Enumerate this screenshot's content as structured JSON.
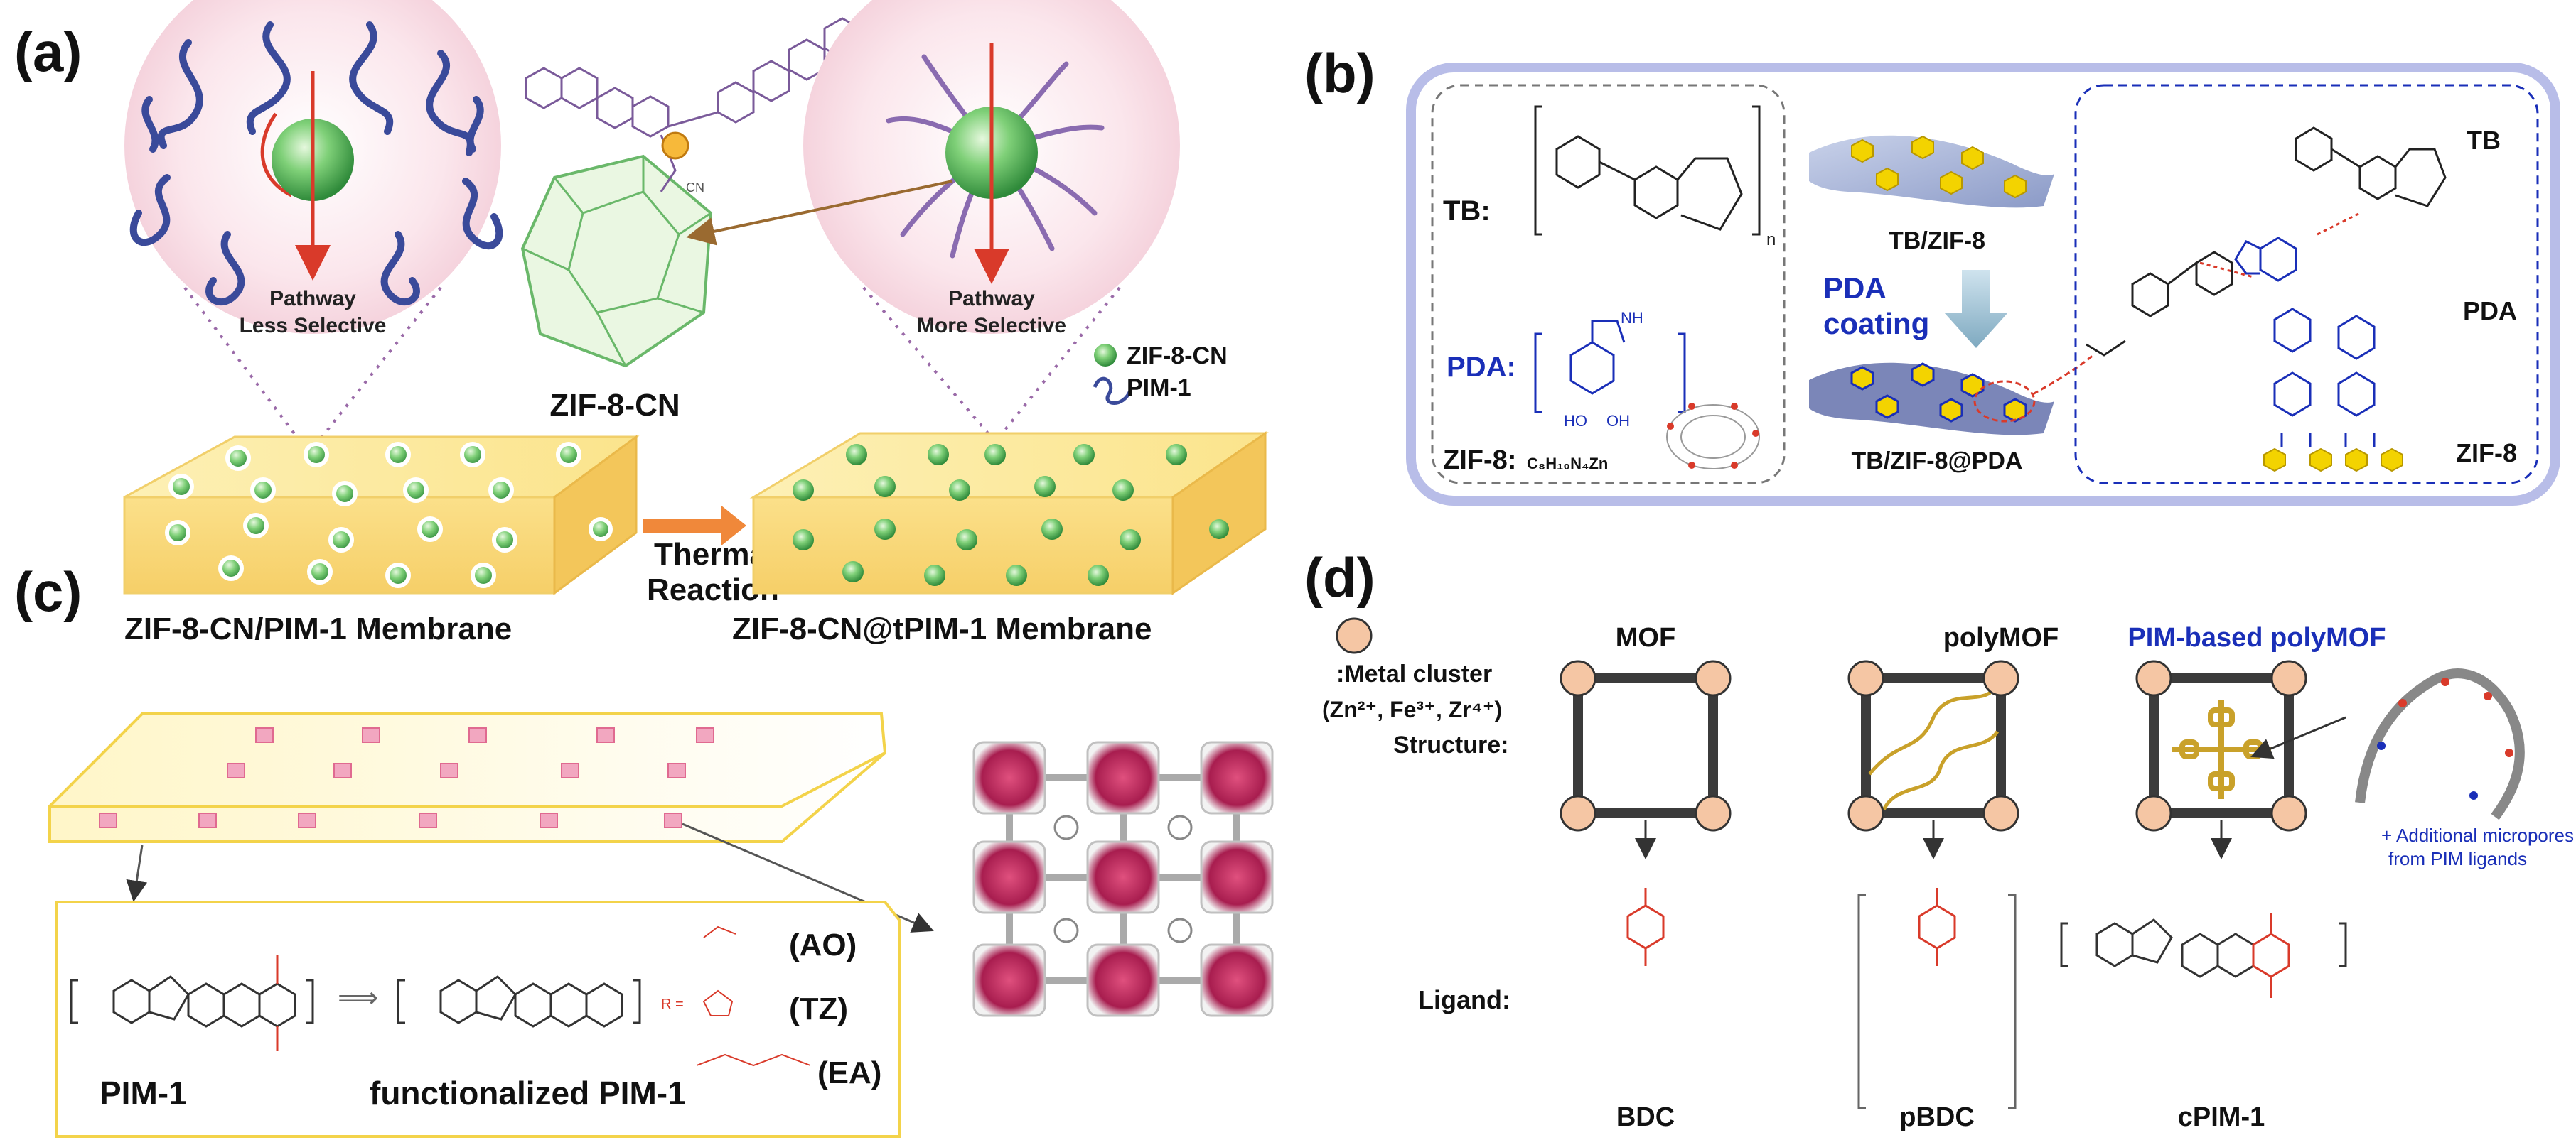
{
  "panels": {
    "a": {
      "label": "(a)",
      "pathway_left": [
        "Pathway",
        "Less Selective"
      ],
      "pathway_right": [
        "Pathway",
        "More Selective"
      ],
      "center_label": "ZIF-8-CN",
      "legend": [
        "ZIF-8-CN",
        "PIM-1"
      ],
      "arrow_text": [
        "Thermal",
        "Reaction"
      ],
      "membrane_left": "ZIF-8-CN/PIM-1 Membrane",
      "membrane_right": "ZIF-8-CN@tPIM-1 Membrane",
      "cn_tag": "CN"
    },
    "b": {
      "label": "(b)",
      "tb": "TB:",
      "pda": "PDA:",
      "zif": "ZIF-8:",
      "zif_formula": "C₈H₁₀N₄Zn",
      "tbzif": "TB/ZIF-8",
      "coating": [
        "PDA",
        "coating"
      ],
      "tbzifpda": "TB/ZIF-8@PDA",
      "right_tb": "TB",
      "right_pda": "PDA",
      "right_zif": "ZIF-8",
      "sub_n": "n",
      "nh": "NH",
      "ho": "HO",
      "oh": "OH"
    },
    "c": {
      "label": "(c)",
      "pim": "PIM-1",
      "fpim": "functionalized  PIM-1",
      "ao": "(AO)",
      "tz": "(TZ)",
      "ea": "(EA)",
      "r_eq": "R ="
    },
    "d": {
      "label": "(d)",
      "metal": ":Metal cluster",
      "ions": "(Zn²⁺, Fe³⁺, Zr⁴⁺)",
      "structure": "Structure:",
      "ligand": "Ligand:",
      "mof": "MOF",
      "polymof": "polyMOF",
      "pimpolymof": "PIM-based polyMOF",
      "extra": [
        "+ Additional micropores",
        "from PIM ligands"
      ],
      "bdc": "BDC",
      "pbdc": "pBDC",
      "cpim": "cPIM-1"
    }
  },
  "colors": {
    "green": "#6fc96a",
    "pim_blue": "#3a4a9a",
    "red": "#d93a2a",
    "slab_yellow": "#fbe79a",
    "orange_arrow": "#f0883a",
    "pda_blue": "#1a2fb8",
    "mof_frame": "#3b3b3b",
    "metal_node": "#f5c6a4",
    "pim_gold": "#c9a12a",
    "crimson": "#b5245c"
  }
}
